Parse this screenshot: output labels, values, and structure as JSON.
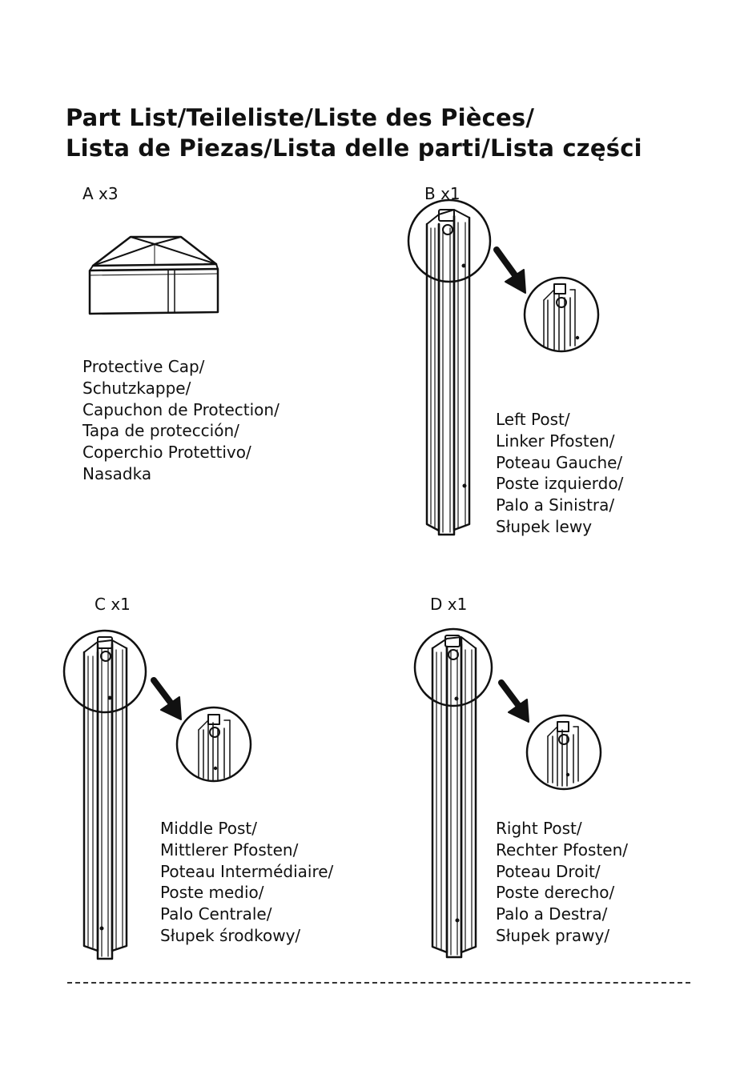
{
  "title": {
    "line1": "Part List/Teileliste/Liste des Pièces/",
    "line2": "Lista de Piezas/Lista delle parti/Lista części"
  },
  "parts": {
    "a": {
      "qty": "A x3",
      "names": [
        "Protective Cap/",
        "Schutzkappe/",
        "Capuchon de Protection/",
        "Tapa de protección/",
        "Coperchio Protettivo/",
        "Nasadka"
      ]
    },
    "b": {
      "qty": "B x1",
      "names": [
        "Left Post/",
        "Linker Pfosten/",
        "Poteau Gauche/",
        "Poste izquierdo/",
        "Palo a Sinistra/",
        "Słupek lewy"
      ]
    },
    "c": {
      "qty": "C x1",
      "names": [
        "Middle Post/",
        "Mittlerer Pfosten/",
        "Poteau Intermédiaire/",
        "Poste medio/",
        "Palo Centrale/",
        "Słupek środkowy/"
      ]
    },
    "d": {
      "qty": "D x1",
      "names": [
        "Right Post/",
        "Rechter Pfosten/",
        "Poteau Droit/",
        "Poste derecho/",
        "Palo a Destra/",
        "Słupek prawy/"
      ]
    }
  }
}
